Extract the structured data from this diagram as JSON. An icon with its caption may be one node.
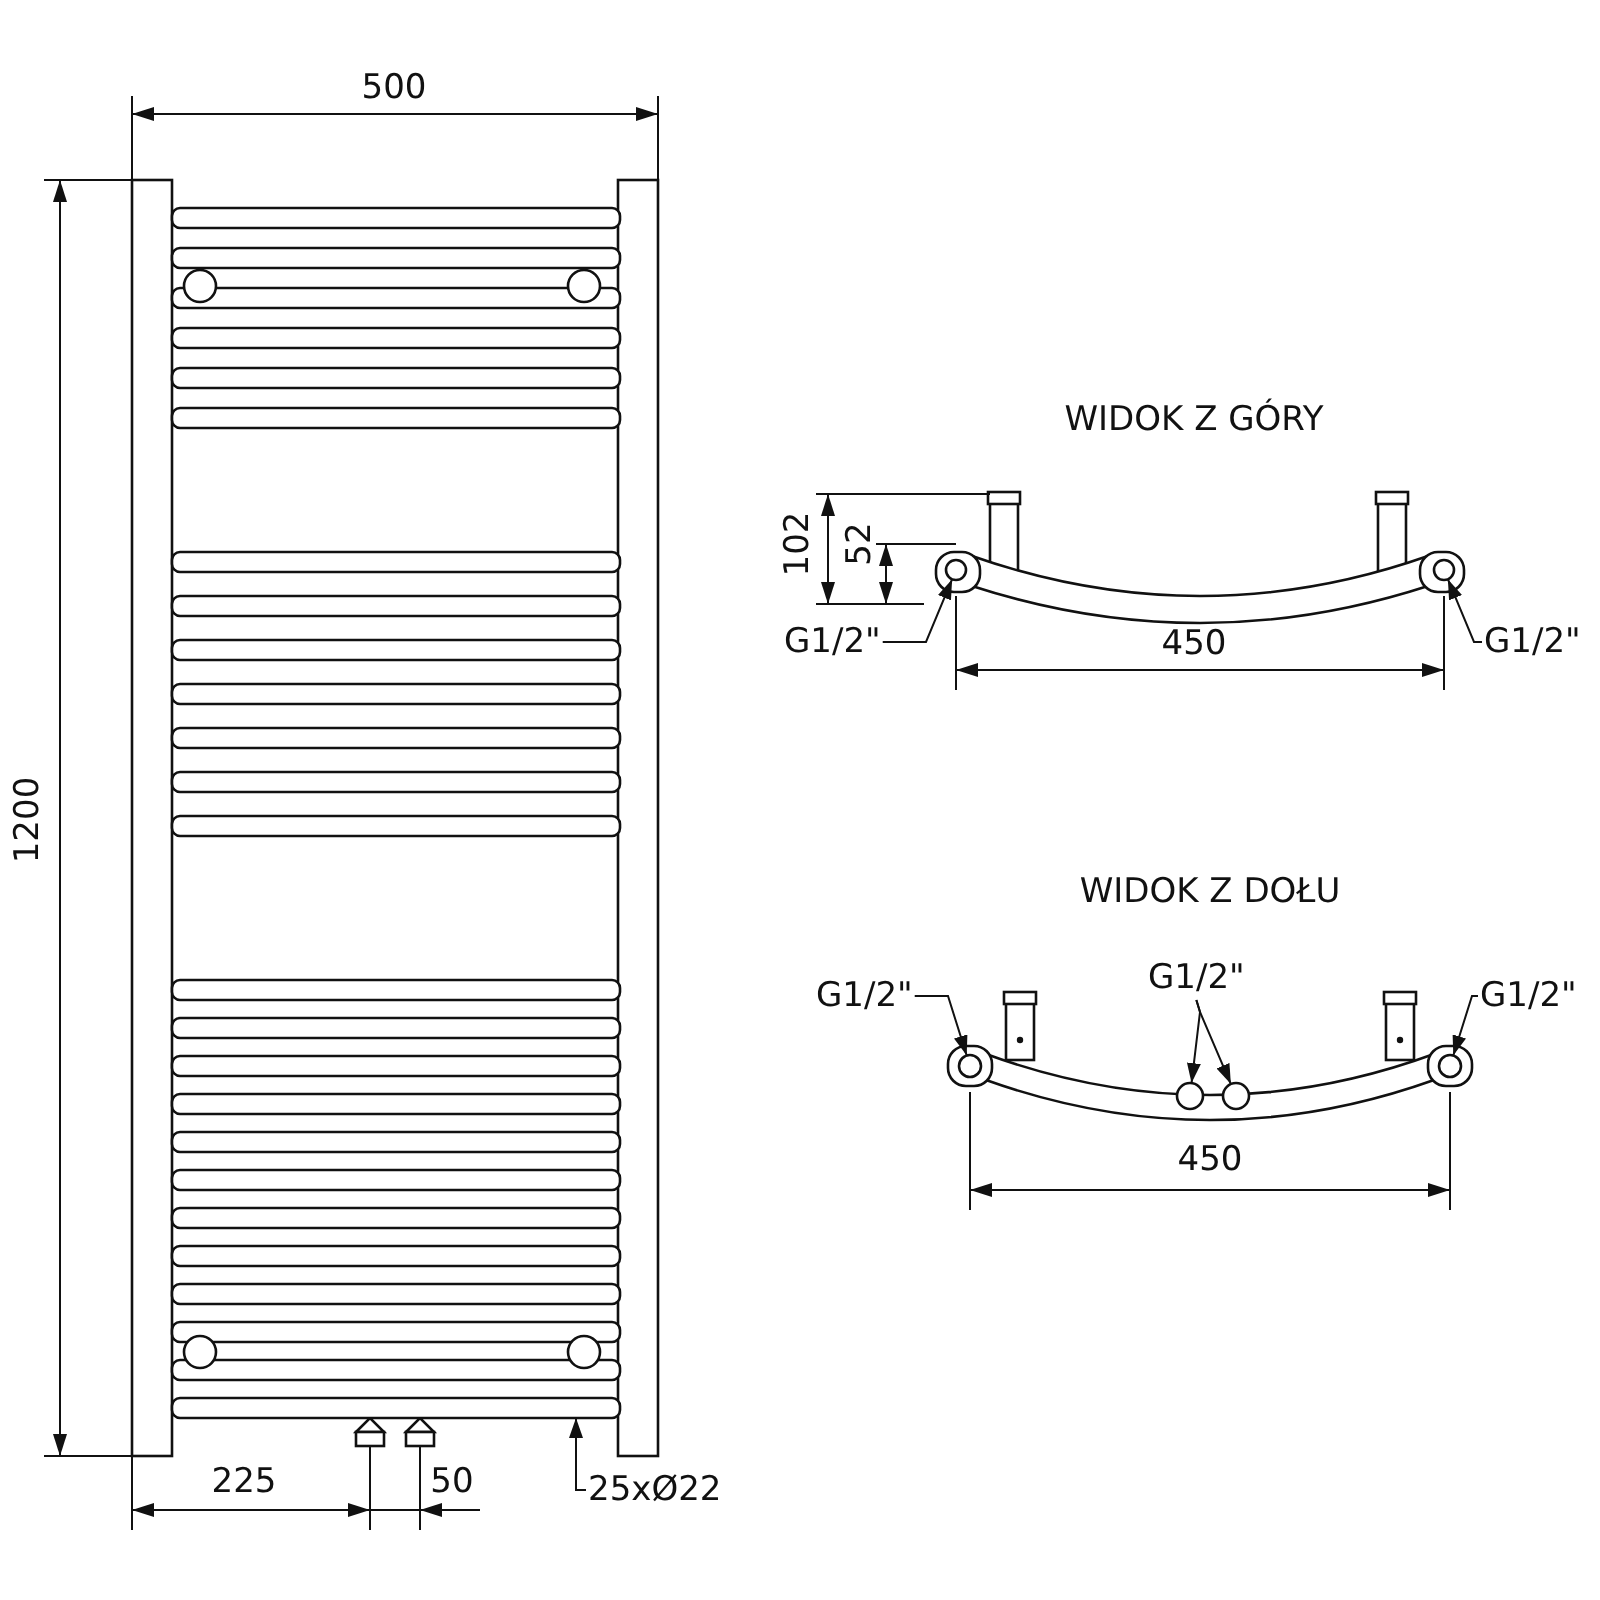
{
  "diagram": {
    "nodes": [
      {
        "text": [
          "G1/2\""
        ]
      },
      {
        "text": [],
        "shape": "circle"
      },
      {
        "text": [
          "G1/2\""
        ]
      },
      {
        "text": [],
        "shape": "circle"
      },
      {
        "text": [
          "G1/2\""
        ]
      },
      {
        "text": [],
        "shape": "circle"
      },
      {
        "text": [
          "G1/2\""
        ]
      },
      {
        "text": [],
        "shape": "circle"
      },
      {
        "text": [],
        "shape": "circle"
      },
      {
        "text": [
          "G1/2\""
        ]
      },
      {
        "text": [],
        "shape": "circle"
      },
      {
        "text": [
          "25xØ22"
        ]
      },
      {
        "text": [],
        "shape": "bar"
      }
    ],
    "edges": [
      {
        "from": 0,
        "to": 1,
        "arrow": "to"
      },
      {
        "from": 2,
        "to": 3,
        "arrow": "to"
      },
      {
        "from": 4,
        "to": 5,
        "arrow": "to"
      },
      {
        "from": 6,
        "to": 7,
        "arrow": "to"
      },
      {
        "from": 6,
        "to": 8,
        "arrow": "to"
      },
      {
        "from": 9,
        "to": 10,
        "arrow": "to"
      },
      {
        "from": 11,
        "to": 12,
        "arrow": "to"
      }
    ],
    "labels": [
      "500",
      "1200",
      "WIDOK Z GÓRY",
      "102",
      "52",
      "450",
      "WIDOK Z DOŁU",
      "450",
      "225",
      "50"
    ]
  }
}
